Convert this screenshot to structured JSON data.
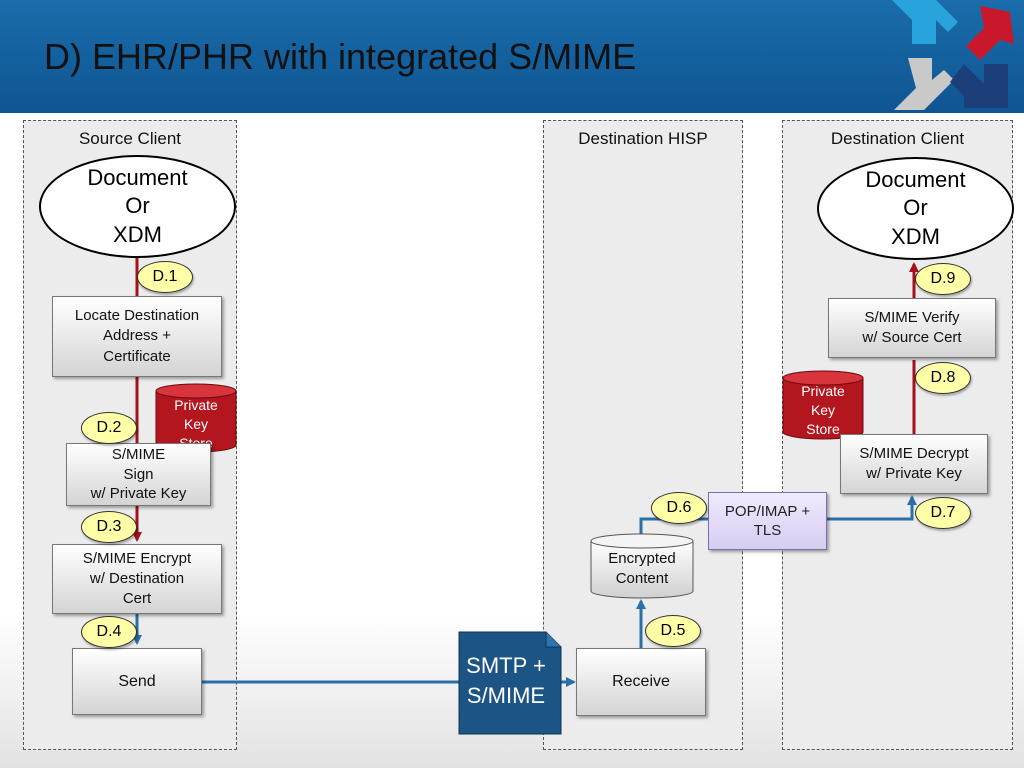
{
  "slide": {
    "title": "D) EHR/PHR with integrated S/MIME"
  },
  "colors": {
    "header": "#1565a6",
    "red_arrow": "#a8101c",
    "blue_arrow": "#2a6fa8",
    "badge": "#ffffa8",
    "key_store": "#b3161f",
    "smtp_doc": "#1b5485"
  },
  "lanes": {
    "source_client": "Source Client",
    "destination_hisp": "Destination HISP",
    "destination_client": "Destination Client"
  },
  "nodes": {
    "source_document": "Document\nOr\nXDM",
    "locate": "Locate Destination\nAddress +\nCertificate",
    "source_key_store": "Private\nKey\nStore",
    "sign": "S/MIME\nSign\nw/ Private Key",
    "encrypt": "S/MIME Encrypt\nw/ Destination\nCert",
    "send": "Send",
    "smtp": "SMTP +\nS/MIME",
    "receive": "Receive",
    "encrypted_content": "Encrypted\nContent",
    "pop_imap": "POP/IMAP +\nTLS",
    "decrypt": "S/MIME Decrypt\nw/ Private Key",
    "dest_key_store": "Private\nKey\nStore",
    "verify": "S/MIME Verify\nw/ Source Cert",
    "dest_document": "Document\nOr\nXDM"
  },
  "steps": {
    "d1": "D.1",
    "d2": "D.2",
    "d3": "D.3",
    "d4": "D.4",
    "d5": "D.5",
    "d6": "D.6",
    "d7": "D.7",
    "d8": "D.8",
    "d9": "D.9"
  }
}
